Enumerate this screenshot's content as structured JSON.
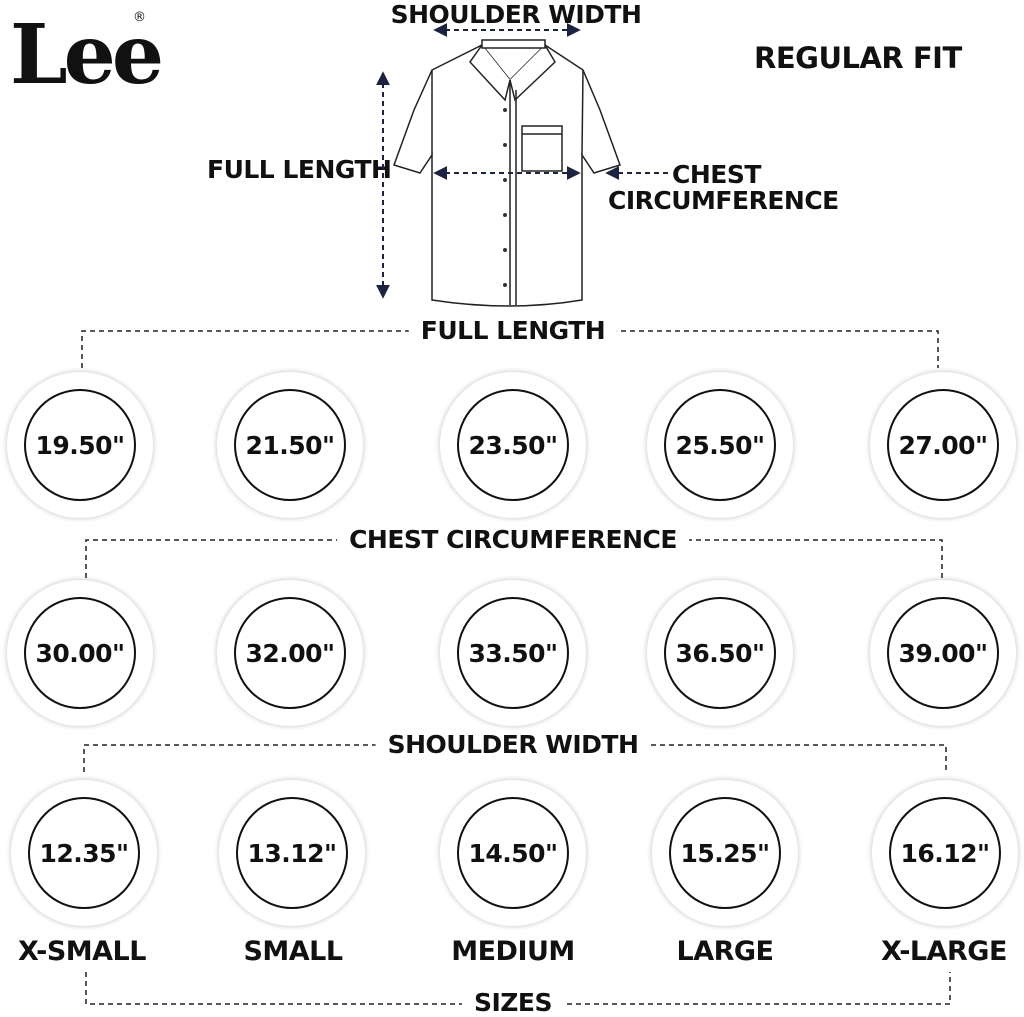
{
  "brand": {
    "logo_text": "Lee",
    "registered_mark": "®"
  },
  "fit_label": "REGULAR FIT",
  "diagram_labels": {
    "shoulder_width": "SHOULDER WIDTH",
    "full_length": "FULL LENGTH",
    "chest_line1": "CHEST",
    "chest_line2": "CIRCUMFERENCE"
  },
  "rows": {
    "full_length": {
      "title": "FULL LENGTH",
      "values": [
        "19.50\"",
        "21.50\"",
        "23.50\"",
        "25.50\"",
        "27.00\""
      ]
    },
    "chest": {
      "title": "CHEST CIRCUMFERENCE",
      "values": [
        "30.00\"",
        "32.00\"",
        "33.50\"",
        "36.50\"",
        "39.00\""
      ]
    },
    "shoulder": {
      "title": "SHOULDER WIDTH",
      "values": [
        "12.35\"",
        "13.12\"",
        "14.50\"",
        "15.25\"",
        "16.12\""
      ]
    }
  },
  "sizes": {
    "title": "SIZES",
    "names": [
      "X-SMALL",
      "SMALL",
      "MEDIUM",
      "LARGE",
      "X-LARGE"
    ]
  },
  "colors": {
    "text": "#111111",
    "arrow": "#1c2340",
    "background": "#ffffff"
  }
}
